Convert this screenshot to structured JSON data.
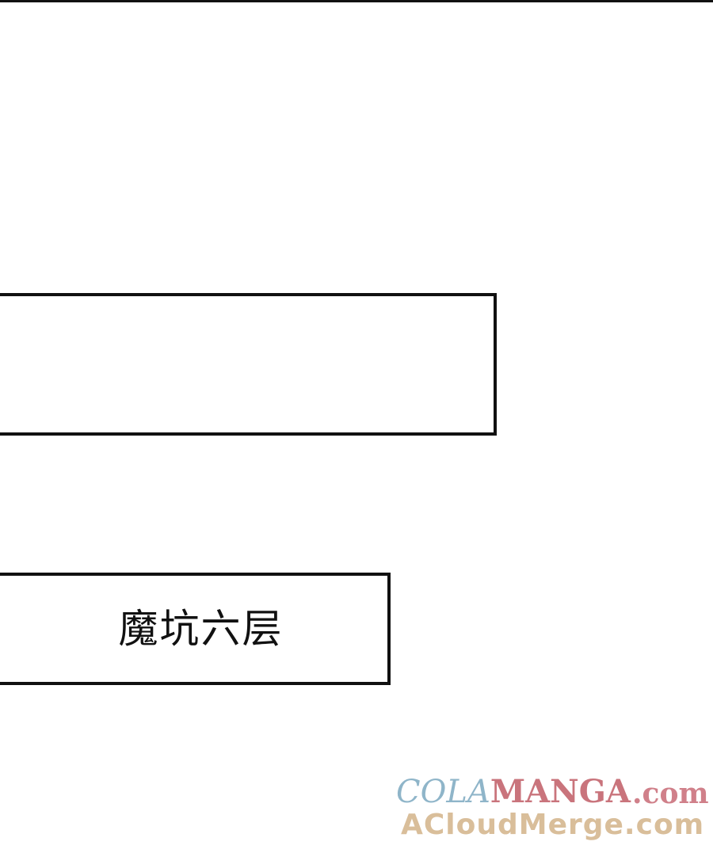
{
  "panels": {
    "caption_panel": {
      "text": "魔坑六层"
    }
  },
  "watermark": {
    "brand_part1": "COLA",
    "brand_part2": "MANGA",
    "domain_suffix": ".com",
    "line2": "ACloudMerge.com",
    "colors": {
      "cola": "#8fb5c9",
      "manga": "#c9747c",
      "line2": "#d9be9a"
    }
  },
  "colors": {
    "background": "#ffffff",
    "border": "#111111"
  }
}
